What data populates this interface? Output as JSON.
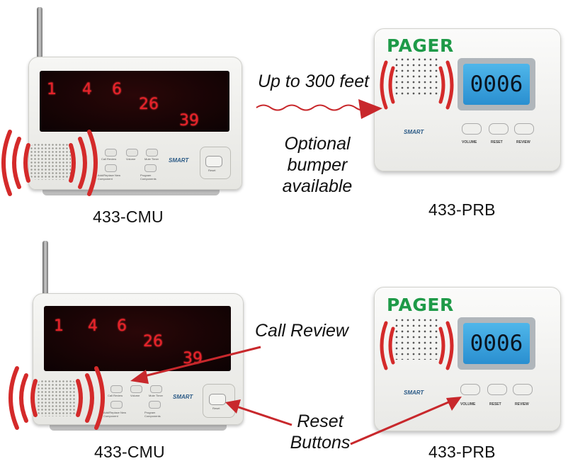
{
  "captions": {
    "cmu_top": "433-CMU",
    "prb_top": "433-PRB",
    "cmu_bottom": "433-CMU",
    "prb_bottom": "433-PRB"
  },
  "notes": {
    "range": "Up to 300 feet",
    "bumper_line1": "Optional",
    "bumper_line2": "bumper",
    "bumper_line3": "available",
    "call_review": "Call Review",
    "reset_line1": "Reset",
    "reset_line2": "Buttons"
  },
  "cmu_display_numbers": [
    "1",
    "4",
    "6",
    "26",
    "39"
  ],
  "pager": {
    "title": "PAGER",
    "lcd_value": "0006",
    "buttons": [
      "VOLUME",
      "RESET",
      "REVIEW"
    ],
    "logo": "SMART"
  },
  "cmu_buttons": {
    "row1": [
      "Call Review",
      "Volume",
      "Mute Timer"
    ],
    "row2": [
      "Add/Replace New Component",
      "Program Components"
    ],
    "reset": "Reset",
    "logo": "SMART"
  },
  "colors": {
    "wave_red": "#d42a2a",
    "arrow_red": "#c8282c",
    "pager_green": "#1e9a48",
    "lcd_blue": "#3aa4de",
    "led_red": "#e8222a"
  }
}
